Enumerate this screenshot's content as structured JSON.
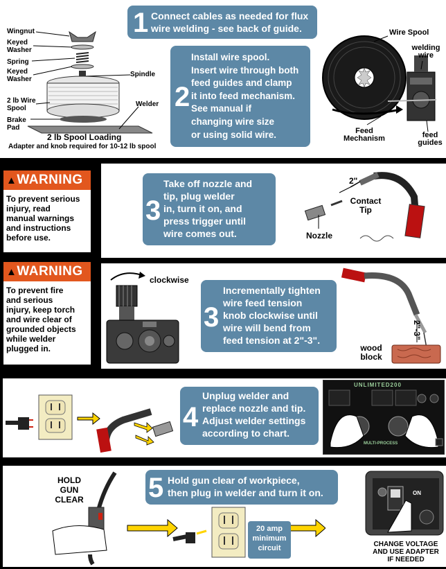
{
  "steps": [
    {
      "number": "1",
      "text": "Connect cables as needed for flux wire welding - see back of guide."
    },
    {
      "number": "2",
      "text": "Install wire spool. Insert wire through both feed guides and clamp it into feed mechanism. See manual if changing wire size or using solid wire."
    },
    {
      "number": "3",
      "text": "Take off nozzle and tip, plug welder in, turn it on, and press trigger until wire comes out."
    },
    {
      "number": "3",
      "text": "Incrementally tighten wire feed tension knob clockwise until wire will bend from feed tension at 2\"-3\"."
    },
    {
      "number": "4",
      "text": "Unplug welder and replace nozzle and tip. Adjust welder settings according to chart."
    },
    {
      "number": "5",
      "text": "Hold gun clear of workpiece, then plug in welder and turn it on."
    }
  ],
  "step1_lines": [
    "Connect cables as needed for flux",
    "wire welding - see back of guide."
  ],
  "step2_lines": [
    "Install wire spool.",
    "Insert wire through both",
    "feed guides and clamp",
    "it into feed mechanism.",
    "See manual if",
    "changing wire size",
    "or using solid wire."
  ],
  "step3a_lines": [
    "Take off nozzle and",
    "tip, plug welder",
    "in, turn it on, and",
    "press trigger until",
    "wire comes out."
  ],
  "step3b_lines": [
    "Incrementally tighten",
    "wire feed tension",
    "knob clockwise until",
    "wire will bend from",
    "feed tension at 2\"-3\"."
  ],
  "step4_lines": [
    "Unplug welder and",
    "replace nozzle and tip.",
    "Adjust welder settings",
    "according to chart."
  ],
  "step5_lines": [
    "Hold gun clear of workpiece,",
    "then plug in welder and turn it on."
  ],
  "spool_labels": {
    "wingnut": "Wingnut",
    "keyed_washer_top": "Keyed\nWasher",
    "spring": "Spring",
    "keyed_washer_bottom": "Keyed\nWasher",
    "spindle": "Spindle",
    "spool": "2 lb Wire\nSpool",
    "brake_pad": "Brake\nPad",
    "welder": "Welder",
    "loading_title": "2 lb Spool Loading",
    "adapter_note": "Adapter and knob required for 10-12 lb spool"
  },
  "feed_labels": {
    "wire_spool": "Wire Spool",
    "welding_wire": "welding\nwire",
    "feed_mechanism": "Feed\nMechanism",
    "feed_guides": "feed\nguides"
  },
  "step3a_labels": {
    "dimension": "2\"",
    "contact_tip": "Contact\nTip",
    "nozzle": "Nozzle"
  },
  "step3b_labels": {
    "clockwise": "clockwise",
    "dimension": "2\"-3\"",
    "wood_block": "wood\nblock"
  },
  "step4_labels": {
    "brand": "UNLIMITED200",
    "mode": "MULTI-PROCESS"
  },
  "step5_labels": {
    "hold_gun": "HOLD\nGUN\nCLEAR",
    "amp_box": "20 amp\nminimum\ncircuit",
    "change_voltage": "CHANGE VOLTAGE\nAND USE ADAPTER\nIF NEEDED",
    "switch_on": "ON"
  },
  "warnings": [
    {
      "title": "WARNING",
      "lines": [
        "To prevent serious",
        "injury, read",
        "manual warnings",
        "and instructions",
        "before use."
      ]
    },
    {
      "title": "WARNING",
      "lines": [
        "To prevent fire",
        "and serious",
        "injury, keep torch",
        "and wire clear of",
        "grounded objects",
        "while welder",
        "plugged in."
      ]
    }
  ],
  "colors": {
    "bubble": "#5d88a6",
    "warning": "#e2571e",
    "background": "#000000",
    "arrow": "#ffd400",
    "wood": "#c9694f"
  }
}
